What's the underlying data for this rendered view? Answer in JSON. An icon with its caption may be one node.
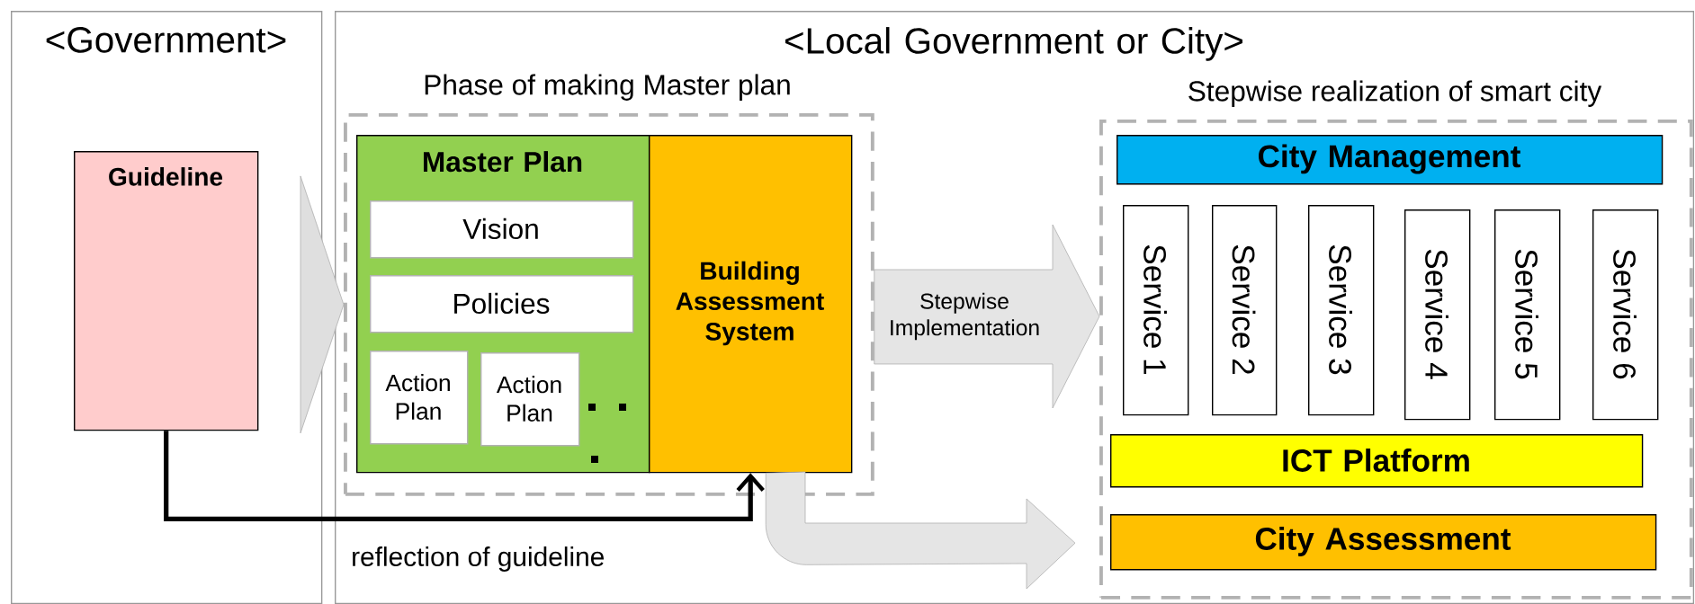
{
  "diagram": {
    "nodes": [
      {
        "text": [
          "<Government>"
        ]
      },
      {
        "text": [
          "Guideline"
        ],
        "in": 0
      },
      {
        "text": [
          "<Local Government or City>"
        ]
      },
      {
        "text": [
          "Phase of making Master plan"
        ],
        "in": 2
      },
      {
        "text": [
          "Master Plan"
        ],
        "in": 3
      },
      {
        "text": [
          "Vision"
        ],
        "in": 4
      },
      {
        "text": [
          "Policies"
        ],
        "in": 4
      },
      {
        "text": [
          "Action Plan"
        ],
        "in": 4
      },
      {
        "text": [
          "Action Plan"
        ],
        "in": 4
      },
      {
        "text": [
          "Building Assessment System"
        ],
        "in": 3
      },
      {
        "text": [
          "Stepwise realization of smart city"
        ],
        "in": 2
      },
      {
        "text": [
          "City Management"
        ],
        "in": 10
      },
      {
        "text": [
          "Service 1"
        ],
        "in": 10
      },
      {
        "text": [
          "Service 2"
        ],
        "in": 10
      },
      {
        "text": [
          "Service 3"
        ],
        "in": 10
      },
      {
        "text": [
          "Service 4"
        ],
        "in": 10
      },
      {
        "text": [
          "Service 5"
        ],
        "in": 10
      },
      {
        "text": [
          "Service 6"
        ],
        "in": 10
      },
      {
        "text": [
          "ICT Platform"
        ],
        "in": 10
      },
      {
        "text": [
          "City Assessment"
        ],
        "in": 10
      }
    ],
    "edges": [
      {
        "from": 1,
        "to": 3,
        "arrow": "to"
      },
      {
        "from": 1,
        "to": 9,
        "arrow": "to",
        "label": "reflection of guideline"
      },
      {
        "from": 3,
        "to": 10,
        "arrow": "to",
        "label": "Stepwise Implementation"
      },
      {
        "from": 9,
        "to": 19,
        "arrow": "to"
      }
    ]
  }
}
